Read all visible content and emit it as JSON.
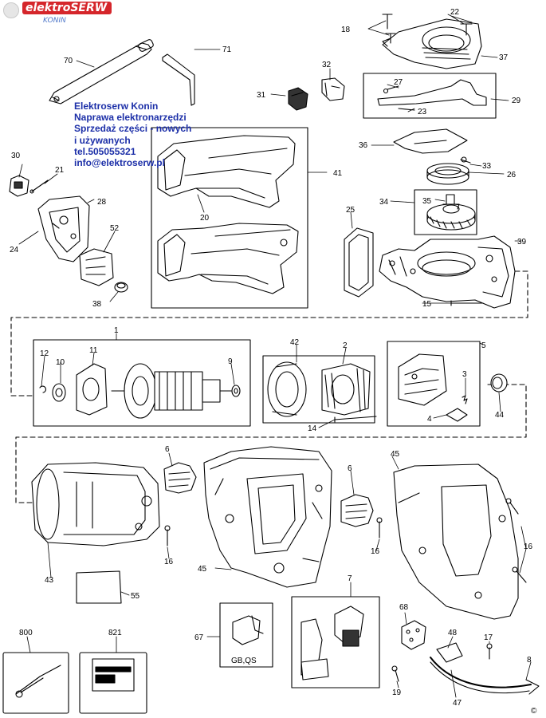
{
  "brand": {
    "name": "elektroSERW",
    "city": "KONIN"
  },
  "contact_lines": [
    "Elektroserw Konin",
    "Naprawa elektronarzędzi",
    "Sprzedaż części - nowych",
    "i używanych",
    "tel.505055321",
    "info@elektroserw.pl"
  ],
  "variant_label": "GB,QS",
  "copyright": "©",
  "part_numbers": {
    "p1": "1",
    "p2": "2",
    "p3": "3",
    "p4": "4",
    "p5": "5",
    "p6a": "6",
    "p6b": "6",
    "p7": "7",
    "p8": "8",
    "p9": "9",
    "p10": "10",
    "p11": "11",
    "p12": "12",
    "p14": "14",
    "p15": "15",
    "p16a": "16",
    "p16b": "16",
    "p16c": "16",
    "p17": "17",
    "p18": "18",
    "p19": "19",
    "p20": "20",
    "p21": "21",
    "p22": "22",
    "p23": "23",
    "p24": "24",
    "p25": "25",
    "p26": "26",
    "p27": "27",
    "p28": "28",
    "p29": "29",
    "p30": "30",
    "p31": "31",
    "p32": "32",
    "p33": "33",
    "p34": "34",
    "p35": "35",
    "p36": "36",
    "p37": "37",
    "p38": "38",
    "p39": "39",
    "p41": "41",
    "p42": "42",
    "p43": "43",
    "p44": "44",
    "p45a": "45",
    "p45b": "45",
    "p47": "47",
    "p48": "48",
    "p52": "52",
    "p55": "55",
    "p67": "67",
    "p68": "68",
    "p70": "70",
    "p71": "71",
    "p800": "800",
    "p821": "821"
  }
}
